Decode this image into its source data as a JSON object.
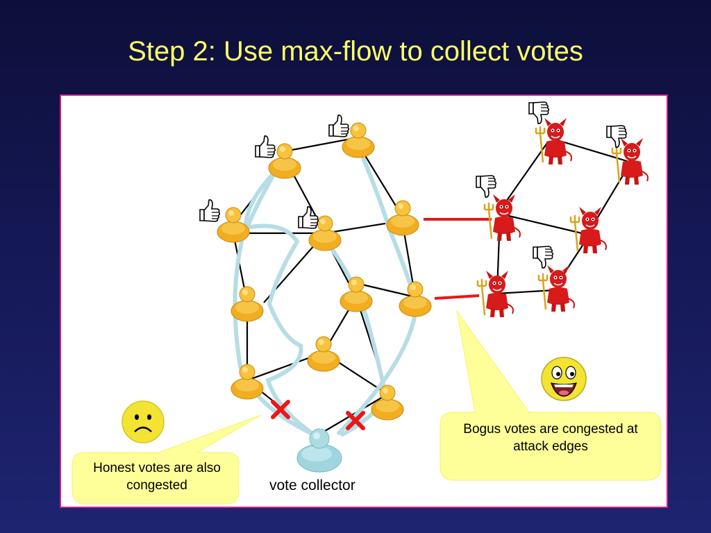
{
  "slide": {
    "title": "Step 2: Use max-flow to collect votes"
  },
  "callouts": {
    "honest": "Honest votes are also congested",
    "bogus": "Bogus votes are congested at attack edges"
  },
  "collector": {
    "label": "vote collector"
  },
  "colors": {
    "title": "#ffff66",
    "panel_border": "#cc1e8a",
    "edge": "#000000",
    "attack_edge": "#e81818",
    "flow_path": "#b6dde6",
    "congestion_mark": "#e81818",
    "callout_fill": "#ffff99",
    "honest_user": "#f4b728",
    "sybil": "#d71a1a",
    "collector": "#a9dde3"
  },
  "icons": {
    "honest_vote": "thumbs-up-icon",
    "bogus_vote": "thumbs-down-icon",
    "sad": "sad-face-icon",
    "happy": "happy-face-icon",
    "congestion": "red-x-icon"
  }
}
